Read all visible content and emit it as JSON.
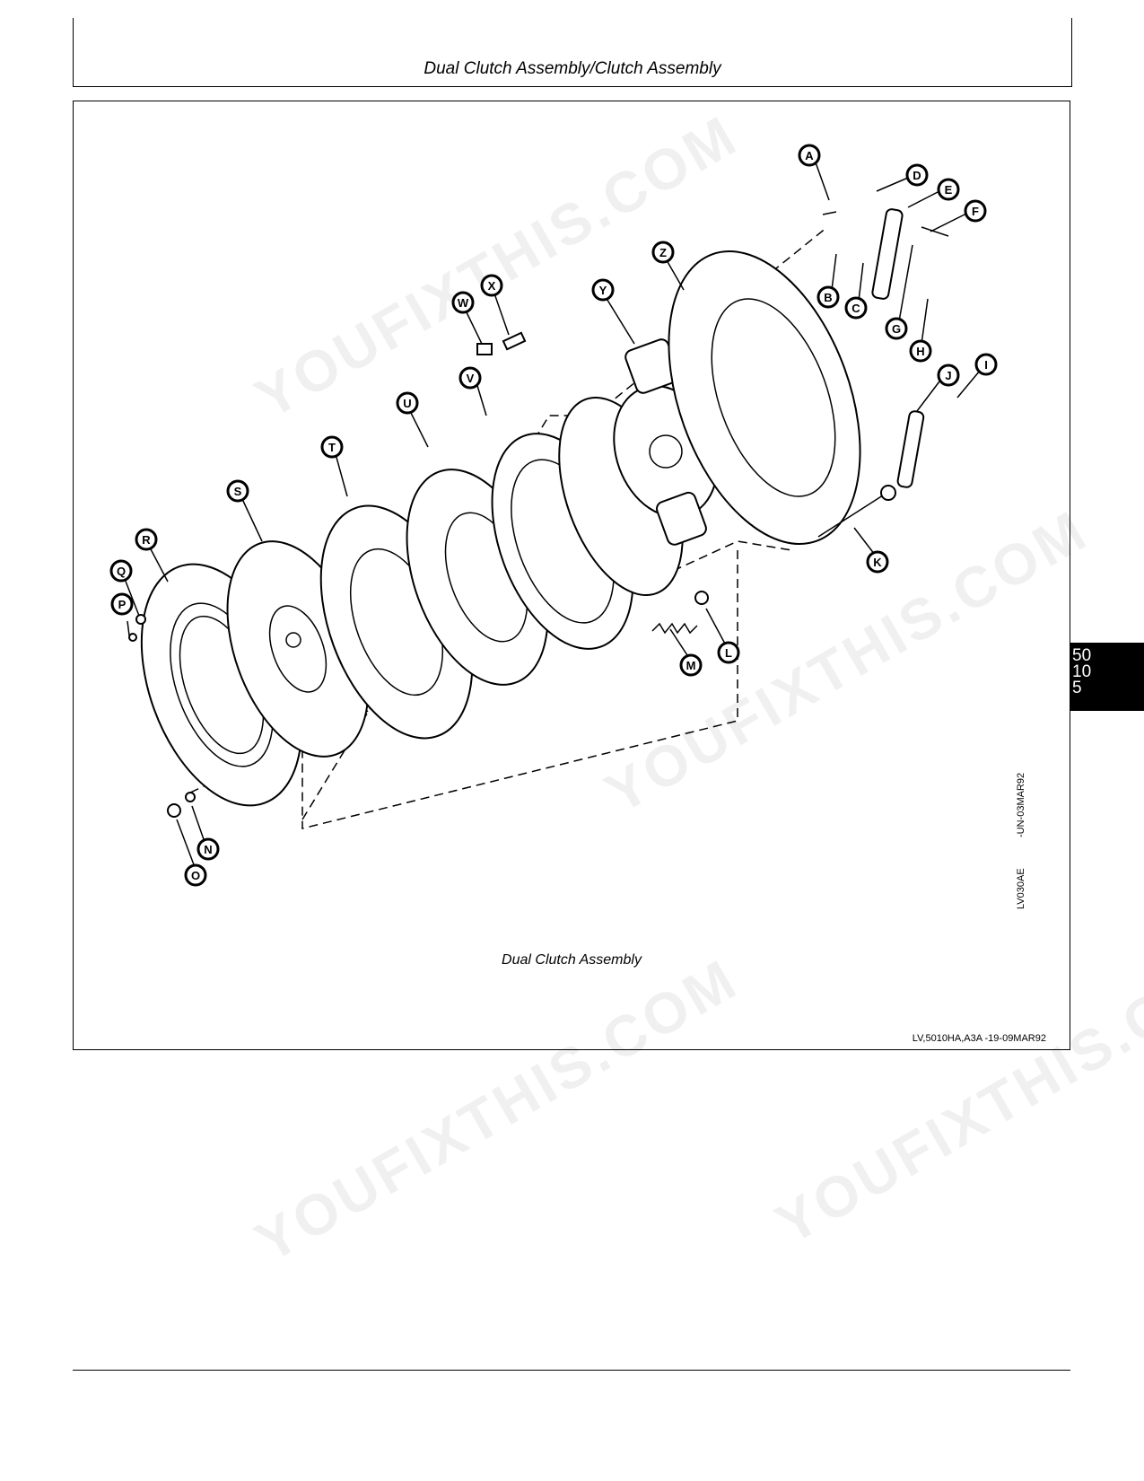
{
  "header": {
    "title": "Dual Clutch Assembly/Clutch Assembly"
  },
  "figure": {
    "caption": "Dual Clutch Assembly",
    "reference_code": "LV,5010HA,A3A   -19-09MAR92",
    "side_code_a": "-UN-03MAR92",
    "side_code_b": "LV030AE",
    "callouts": [
      "A",
      "B",
      "C",
      "D",
      "E",
      "F",
      "G",
      "H",
      "I",
      "J",
      "K",
      "L",
      "M",
      "N",
      "O",
      "P",
      "Q",
      "R",
      "S",
      "T",
      "U",
      "V",
      "W",
      "X",
      "Y",
      "Z"
    ]
  },
  "section_tab": {
    "line1": "50",
    "line2": "10",
    "line3": "5"
  },
  "watermark": {
    "text": "YOUFIXTHIS.COM"
  }
}
